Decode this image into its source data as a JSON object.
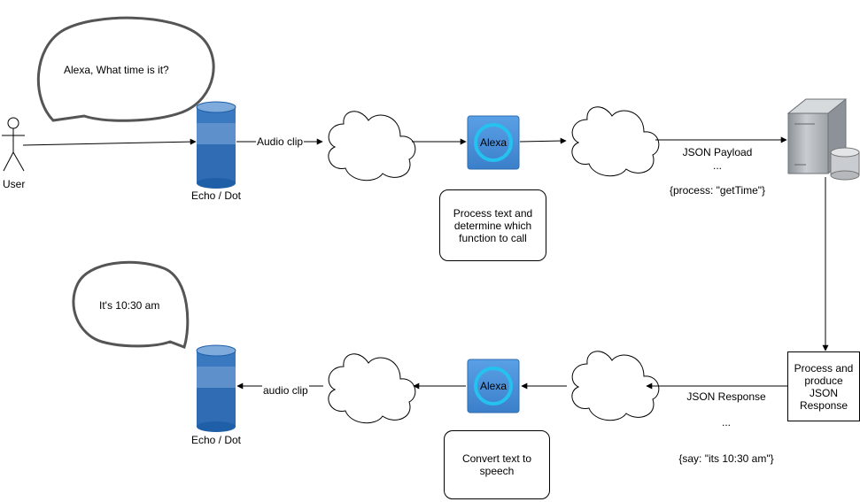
{
  "user": {
    "label": "User"
  },
  "bubbles": {
    "question": "Alexa, What time is it?",
    "answer": "It's 10:30 am"
  },
  "devices": {
    "top_label": "Echo / Dot",
    "bottom_label": "Echo / Dot"
  },
  "alexa": {
    "top_label": "Alexa",
    "bottom_label": "Alexa"
  },
  "edges": {
    "audio_in": "Audio clip",
    "audio_out": "audio clip",
    "payload_title": "JSON Payload",
    "payload_ellipsis": "...",
    "payload_body": "{process: \"getTime\"}",
    "response_title": "JSON Response",
    "response_ellipsis": "...",
    "response_body": "{say: \"its 10:30 am\"}"
  },
  "notes": {
    "process_text": "Process text and determine which function to call",
    "convert_text": "Convert text to speech",
    "server_process": "Process and produce JSON Response"
  },
  "colors": {
    "alexa_tile": "#4a90d9",
    "alexa_ring": "#25c2f0",
    "echo_dark": "#1f5fa8",
    "echo_light": "#6f9bd0",
    "server_gray": "#bfc3c8"
  }
}
